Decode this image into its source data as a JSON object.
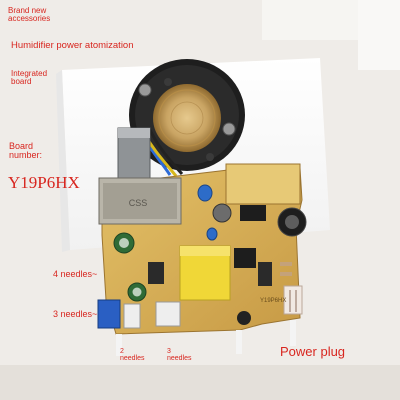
{
  "labels": {
    "brand_new_line1": "Brand new",
    "brand_new_line2": "accessories",
    "humidifier": "Humidifier power atomization",
    "integrated_line1": "Integrated",
    "integrated_line2": "board",
    "board_number_line1": "Board",
    "board_number_line2": "number:",
    "board_code": "Y19P6HX",
    "four_needles": "4 needles~",
    "three_needles_left": "3 needles~",
    "two_needles_line1": "2",
    "two_needles_line2": "needles",
    "three_needles_bottom_line1": "3",
    "three_needles_bottom_line2": "needles",
    "power_plug": "Power plug"
  },
  "board_silkscreen": {
    "code_print": "Y19P6HX",
    "relay_label": "CSS"
  },
  "colors": {
    "label_red": "#d8261f",
    "pcb_yellow": "#d9b45a",
    "background": "#ece9e4"
  }
}
